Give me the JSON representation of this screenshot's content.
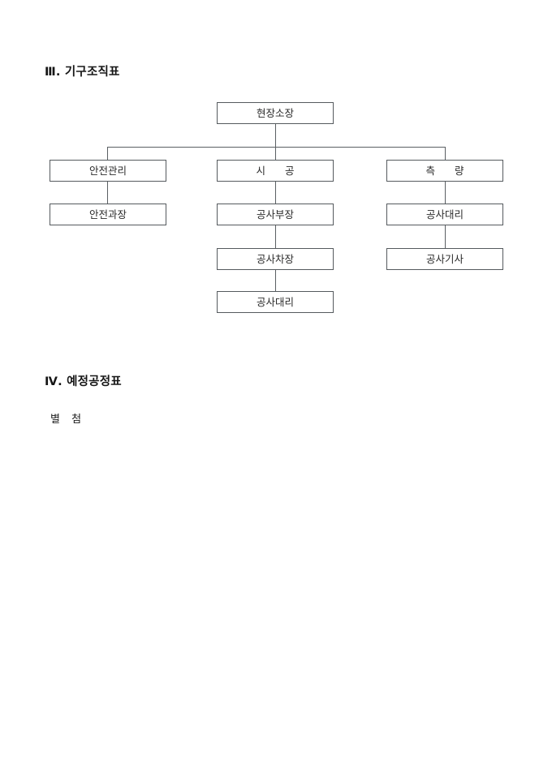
{
  "document": {
    "sections": [
      {
        "number": "Ⅲ.",
        "title": "기구조직표",
        "heading": "Ⅲ. 기구조직표"
      },
      {
        "number": "Ⅳ.",
        "title": "예정공정표",
        "heading": "Ⅳ. 예정공정표"
      }
    ],
    "note": "별 첨"
  },
  "org_chart": {
    "root": {
      "label": "현장소장"
    },
    "branches": [
      {
        "key": "safety",
        "head": {
          "label": "안전관리"
        },
        "chain": [
          {
            "label": "안전과장"
          }
        ]
      },
      {
        "key": "construction",
        "head": {
          "label": "시 공"
        },
        "chain": [
          {
            "label": "공사부장"
          },
          {
            "label": "공사차장"
          },
          {
            "label": "공사대리"
          }
        ]
      },
      {
        "key": "survey",
        "head": {
          "label": "측 량"
        },
        "chain": [
          {
            "label": "공사대리"
          },
          {
            "label": "공사기사"
          }
        ]
      }
    ]
  },
  "colors": {
    "page_background": "#ffffff",
    "text": "#1b1b1b",
    "box_border": "#555a5e",
    "connector": "#5a5f63"
  }
}
